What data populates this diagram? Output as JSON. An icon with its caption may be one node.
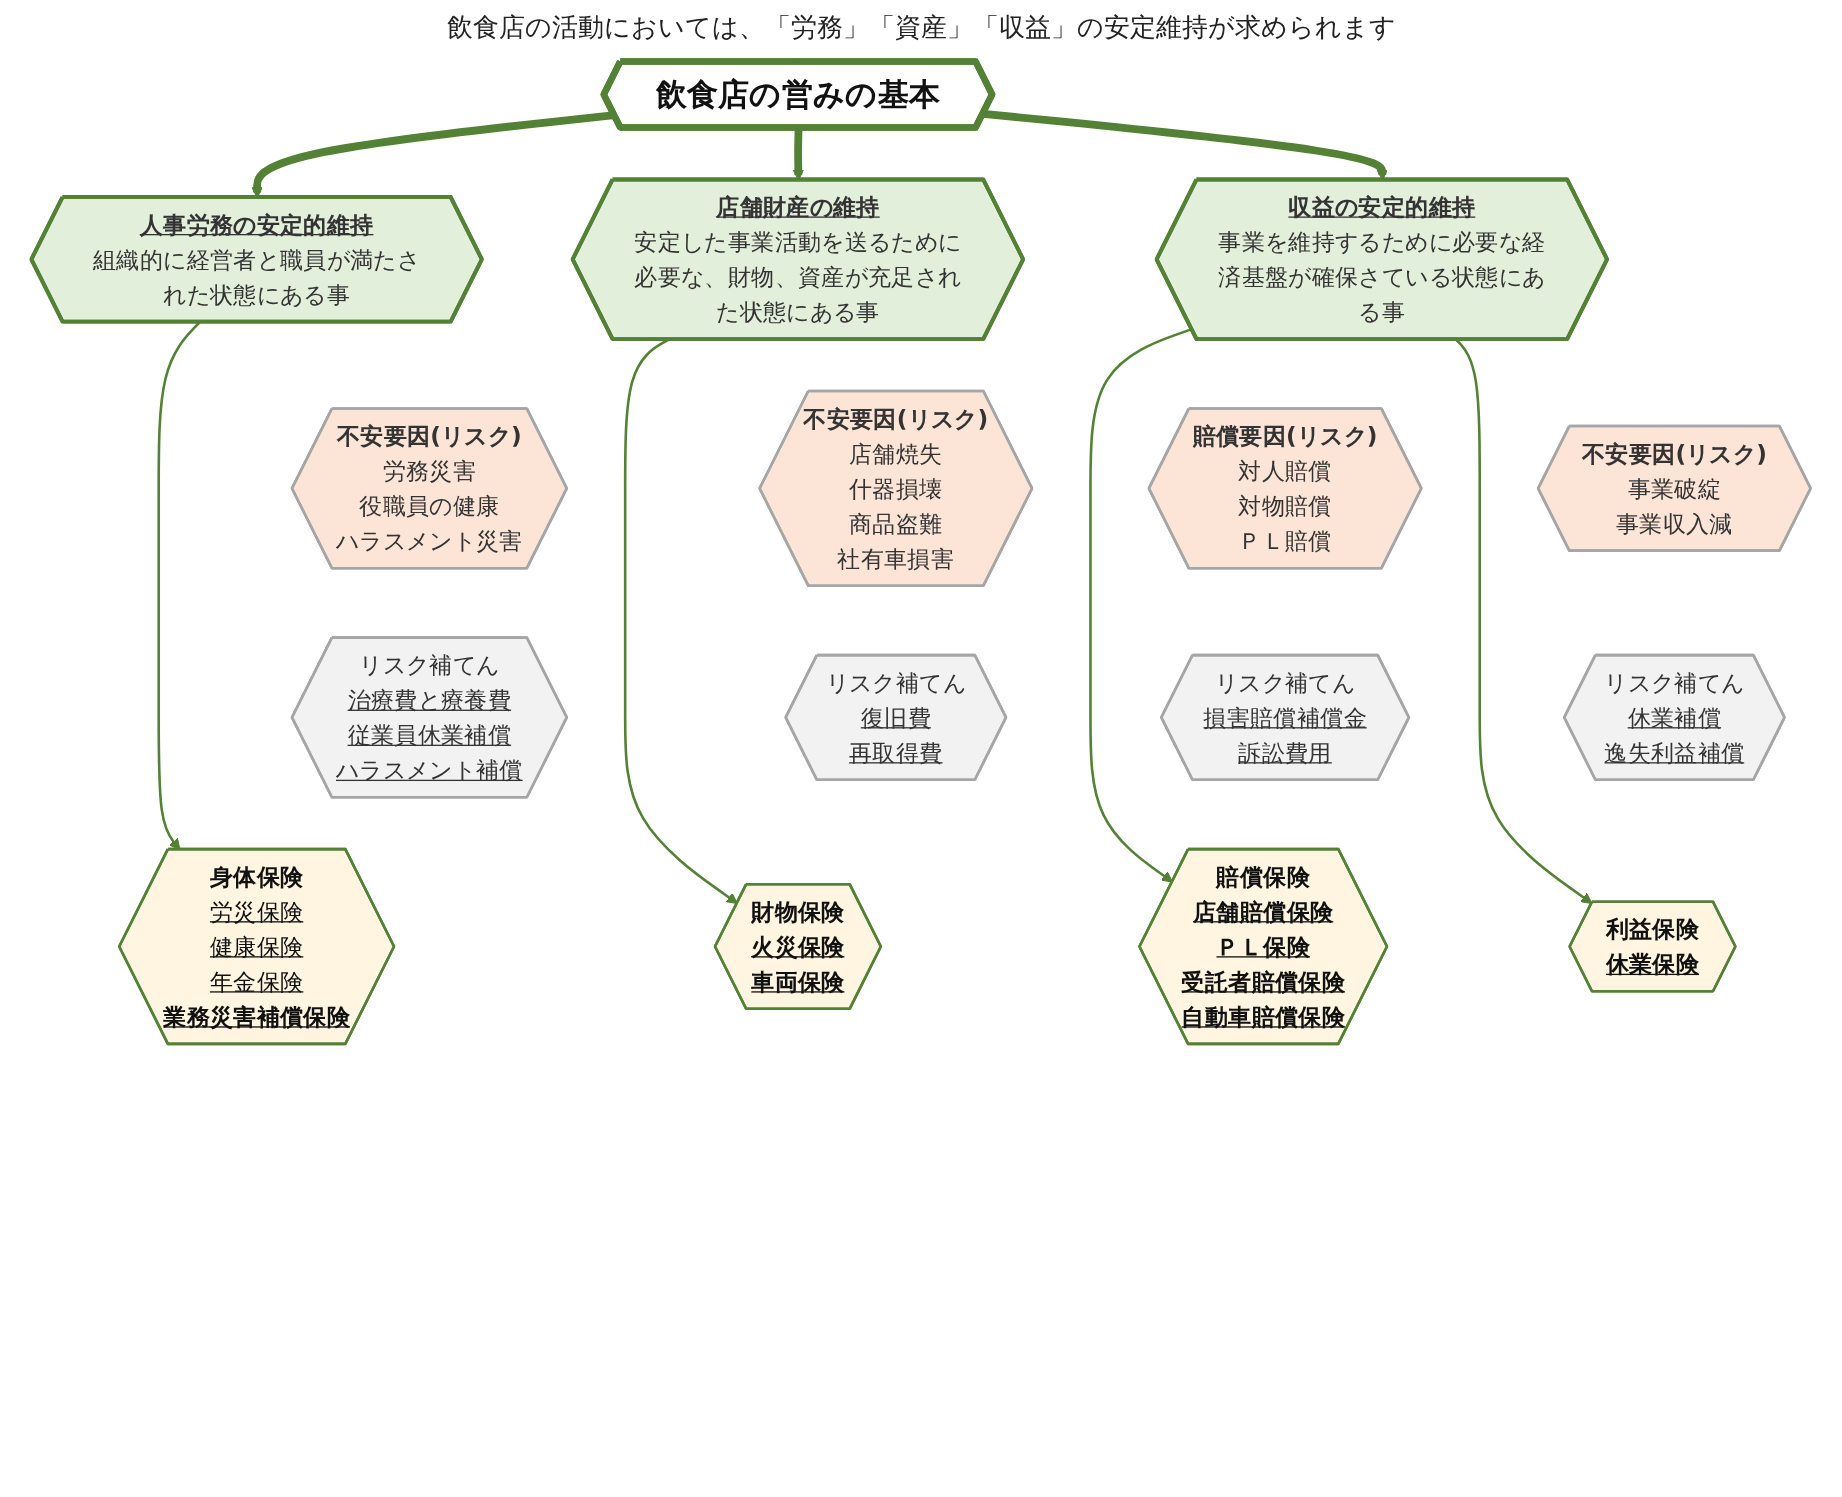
{
  "diagram": {
    "title": "飲食店の活動においては、「労務」「資産」「収益」の安定維持が求められます",
    "nodes": [
      {
        "text": [
          "飲食店の営みの基本"
        ]
      },
      {
        "text": [
          "人事労務の安定的維持",
          "組織的に経営者と職員が満たされた状態にある事"
        ]
      },
      {
        "text": [
          "不安要因(リスク)",
          "労務災害",
          "役職員の健康",
          "ハラスメント災害"
        ]
      },
      {
        "text": [
          "リスク補てん",
          "治療費と療養費",
          "従業員休業補償",
          "ハラスメント補償"
        ]
      },
      {
        "text": [
          "身体保険",
          "労災保険",
          "健康保険",
          "年金保険",
          "業務災害補償保険"
        ]
      },
      {
        "text": [
          "店舗財産の維持",
          "安定した事業活動を送るために必要な、財物、資産が充足された状態にある事"
        ]
      },
      {
        "text": [
          "不安要因(リスク)",
          "店舗焼失",
          "什器損壊",
          "商品盗難",
          "社有車損害"
        ]
      },
      {
        "text": [
          "リスク補てん",
          "復旧費",
          "再取得費"
        ]
      },
      {
        "text": [
          "財物保険",
          "火災保険",
          "車両保険"
        ]
      },
      {
        "text": [
          "収益の安定的維持",
          "事業を維持するために必要な経済基盤が確保さている状態にある事"
        ]
      },
      {
        "text": [
          "賠償要因(リスク)",
          "対人賠償",
          "対物賠償",
          "ＰＬ賠償"
        ]
      },
      {
        "text": [
          "リスク補てん",
          "損害賠償補償金",
          "訴訟費用"
        ]
      },
      {
        "text": [
          "賠償保険",
          "店舗賠償保険",
          "ＰＬ保険",
          "受託者賠償保険",
          "自動車賠償保険"
        ]
      },
      {
        "text": [
          "不安要因(リスク)",
          "事業破綻",
          "事業収入減"
        ]
      },
      {
        "text": [
          "リスク補てん",
          "休業補償",
          "逸失利益補償"
        ]
      },
      {
        "text": [
          "利益保険",
          "休業保険"
        ]
      }
    ],
    "edges": [
      {
        "from": 0,
        "to": 1,
        "arrow": "to",
        "style": "thick"
      },
      {
        "from": 0,
        "to": 5,
        "arrow": "to",
        "style": "thick"
      },
      {
        "from": 0,
        "to": 9,
        "arrow": "to",
        "style": "thick"
      },
      {
        "from": 1,
        "to": 4,
        "arrow": "to"
      },
      {
        "from": 5,
        "to": 8,
        "arrow": "to"
      },
      {
        "from": 9,
        "to": 12,
        "arrow": "to"
      },
      {
        "from": 9,
        "to": 15,
        "arrow": "to"
      }
    ]
  }
}
